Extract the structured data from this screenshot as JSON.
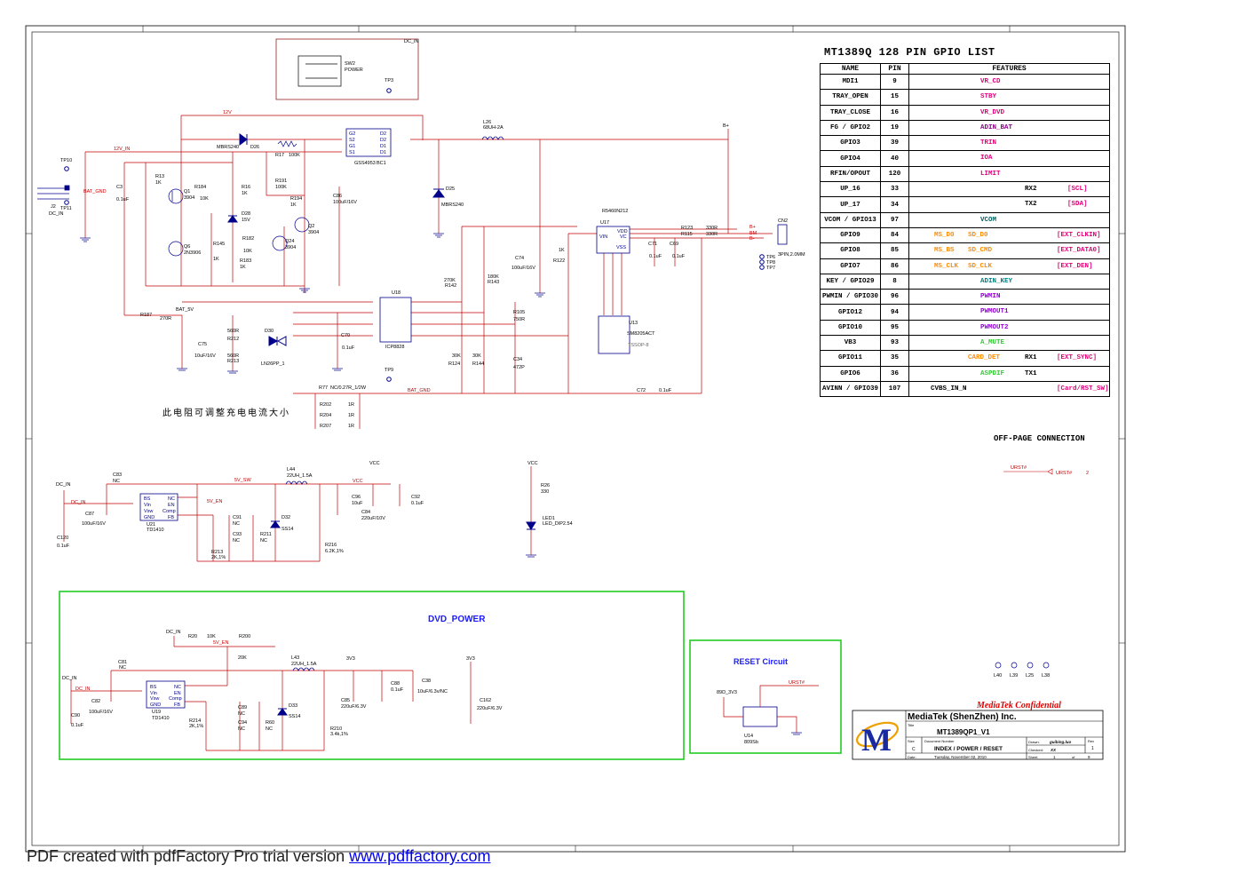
{
  "gpio_list": {
    "title": "MT1389Q 128 PIN GPIO LIST",
    "headers": [
      "NAME",
      "PIN",
      "FEATURES"
    ],
    "rows": [
      {
        "name": "MDI1",
        "pin": "9",
        "features": [
          {
            "text": "VR_CD",
            "color": "#e0007a",
            "pos": "a"
          }
        ]
      },
      {
        "name": "TRAY_OPEN",
        "pin": "15",
        "features": [
          {
            "text": "STBY",
            "color": "#e0007a",
            "pos": "a"
          }
        ]
      },
      {
        "name": "TRAY_CLOSE",
        "pin": "16",
        "features": [
          {
            "text": "VR_DVD",
            "color": "#e0007a",
            "pos": "a"
          }
        ]
      },
      {
        "name": "FG / GPIO2",
        "pin": "19",
        "features": [
          {
            "text": "ADIN_BAT",
            "color": "#8b008b",
            "pos": "a"
          }
        ]
      },
      {
        "name": "GPIO3",
        "pin": "39",
        "features": [
          {
            "text": "TRIN",
            "color": "#e0007a",
            "pos": "a"
          }
        ]
      },
      {
        "name": "GPIO4",
        "pin": "40",
        "features": [
          {
            "text": "IOA",
            "color": "#e0007a",
            "pos": "a"
          }
        ]
      },
      {
        "name": "RFIN/OPOUT",
        "pin": "120",
        "features": [
          {
            "text": "LIMIT",
            "color": "#e0007a",
            "pos": "a"
          }
        ]
      },
      {
        "name": "UP_16",
        "pin": "33",
        "features": [
          {
            "text": "RX2",
            "color": "#000000",
            "pos": "c"
          },
          {
            "text": "[SCL]",
            "color": "#e0007a",
            "pos": "d"
          }
        ]
      },
      {
        "name": "UP_17",
        "pin": "34",
        "features": [
          {
            "text": "TX2",
            "color": "#000000",
            "pos": "c"
          },
          {
            "text": "[SDA]",
            "color": "#e0007a",
            "pos": "d"
          }
        ]
      },
      {
        "name": "VCOM / GPIO13",
        "pin": "97",
        "features": [
          {
            "text": "VCOM",
            "color": "#006060",
            "pos": "a"
          }
        ]
      },
      {
        "name": "GPIO9",
        "pin": "84",
        "features": [
          {
            "text": "MS_D0",
            "color": "#ff8c00",
            "pos": "l"
          },
          {
            "text": "SD_D0",
            "color": "#ff8c00",
            "pos": "m"
          },
          {
            "text": "[EXT_CLKIN]",
            "color": "#e0007a",
            "pos": "r"
          }
        ]
      },
      {
        "name": "GPIO8",
        "pin": "85",
        "features": [
          {
            "text": "MS_BS",
            "color": "#ff8c00",
            "pos": "l"
          },
          {
            "text": "SD_CMD",
            "color": "#ff8c00",
            "pos": "m"
          },
          {
            "text": "[EXT_DATA0]",
            "color": "#e0007a",
            "pos": "r"
          }
        ]
      },
      {
        "name": "GPIO7",
        "pin": "86",
        "features": [
          {
            "text": "MS_CLK",
            "color": "#ff8c00",
            "pos": "l"
          },
          {
            "text": "SD_CLK",
            "color": "#ff8c00",
            "pos": "m"
          },
          {
            "text": "[EXT_DEN]",
            "color": "#e0007a",
            "pos": "r"
          }
        ]
      },
      {
        "name": "KEY / GPIO29",
        "pin": "8",
        "features": [
          {
            "text": "ADIN_KEY",
            "color": "#008080",
            "pos": "a"
          }
        ]
      },
      {
        "name": "PWMIN / GPIO30",
        "pin": "96",
        "features": [
          {
            "text": "PWMIN",
            "color": "#9400d3",
            "pos": "a"
          }
        ]
      },
      {
        "name": "GPIO12",
        "pin": "94",
        "features": [
          {
            "text": "PWMOUT1",
            "color": "#9400d3",
            "pos": "a"
          }
        ]
      },
      {
        "name": "GPIO10",
        "pin": "95",
        "features": [
          {
            "text": "PWMOUT2",
            "color": "#9400d3",
            "pos": "a"
          }
        ]
      },
      {
        "name": "VB3",
        "pin": "93",
        "features": [
          {
            "text": "A_MUTE",
            "color": "#32cd32",
            "pos": "a"
          }
        ]
      },
      {
        "name": "GPIO11",
        "pin": "35",
        "features": [
          {
            "text": "CARD_DET",
            "color": "#ff8c00",
            "pos": "b"
          },
          {
            "text": "RX1",
            "color": "#000000",
            "pos": "c"
          },
          {
            "text": "[EXT_SYNC]",
            "color": "#e0007a",
            "pos": "r"
          }
        ]
      },
      {
        "name": "GPIO6",
        "pin": "36",
        "features": [
          {
            "text": "ASPDIF",
            "color": "#32cd32",
            "pos": "a"
          },
          {
            "text": "TX1",
            "color": "#000000",
            "pos": "c"
          }
        ]
      },
      {
        "name": "AVINN / GPIO39",
        "pin": "107",
        "features": [
          {
            "text": "CVBS_IN_N",
            "color": "#000000",
            "pos": "l2"
          },
          {
            "text": "[Card/RST_SW]",
            "color": "#e0007a",
            "pos": "r"
          }
        ]
      }
    ]
  },
  "off_page": {
    "title": "OFF-PAGE CONNECTION",
    "net": "URST#",
    "ref": "2"
  },
  "note_cn": "此电阻可调整充电电流大小",
  "dvd_power": {
    "title": "DVD_POWER"
  },
  "reset_circuit": {
    "title": "RESET Circuit"
  },
  "title_block": {
    "confidential": "MediaTek Confidential",
    "company": "MediaTek (ShenZhen) Inc.",
    "title_label": "Title",
    "title": "MT1389QP1_V1",
    "size_label": "Size",
    "size": "C",
    "docnum_label": "Document Number",
    "docnum": "INDEX / POWER / RESET",
    "rev_label": "Rev",
    "rev": "1",
    "drawn_label": "Drawn:",
    "drawn": "guibing.luo",
    "checked_label": "Checked:",
    "checked": "XX",
    "date_label": "Date:",
    "date": "Tuesday, November 02, 2010",
    "sheet_label": "Sheet",
    "sheet": "1",
    "of_label": "of",
    "sheets": "9"
  },
  "footer": {
    "text": "PDF created with pdfFactory Pro trial version ",
    "link": "www.pdffactory.com"
  },
  "labels": {
    "sw2": "SW2",
    "power": "POWER",
    "dc_in": "DC_IN",
    "tp3": "TP3",
    "v12": "12V",
    "v12in": "12V_IN",
    "bplus": "B+",
    "l26": "L26",
    "l26v": "68UH-2A",
    "d26": "D26",
    "mbrs240": "MBRS240",
    "r17": "R17",
    "r17v": "100K",
    "gss": "GSS4953",
    "u_bc1": "BC1",
    "tp10": "TP10",
    "j2": "J2",
    "tp11": "TP11",
    "bat_gnd": "BAT_GND",
    "c3": "C3",
    "c3v": "0.1uF",
    "r13": "R13",
    "r13v": "1K",
    "q1": "Q1",
    "q1v": "3904",
    "r184": "R184",
    "r184v": "10K",
    "r16": "R16",
    "r16v": "1K",
    "r191": "R191",
    "r191v": "100K",
    "r194": "R194",
    "r194v": "1K",
    "c86": "C86",
    "c86v": "100uF/16V",
    "d25": "D25",
    "d25v": "MBRS240",
    "d28": "D28",
    "d28v": "15V",
    "r182": "R182",
    "r182v": "10K",
    "q24": "Q24",
    "q24v": "3904",
    "q2": "Q2",
    "q2v": "3904",
    "q6": "Q6",
    "q6v": "2N3906",
    "r145": "R145",
    "r145v": "1K",
    "r183": "R183",
    "r183v": "1K",
    "u17": "U17",
    "u17v": "R5460N212",
    "vin": "VIN",
    "vdd": "VDD",
    "vc": "VC",
    "vss": "VSS",
    "r122": "R122",
    "r122v": "1K",
    "c74": "C74",
    "c74v": "100uF/16V",
    "c71": "C71",
    "c71v": "0.1uF",
    "c69": "C69",
    "c69v": "0.1uF",
    "r123": "R123",
    "r115": "R115",
    "r123v": "330R",
    "r115v": "330R",
    "cn2": "CN2",
    "cn2v": "3PIN,2.0MM",
    "tp6": "TP6",
    "tp8": "TP8",
    "tp7": "TP7",
    "bplus2": "B+",
    "bm": "BM",
    "bminus": "B-",
    "r142": "R142",
    "r142v": "270K",
    "r143": "R143",
    "r143v": "180K",
    "u13": "U13",
    "u13v": "SM8205ACT",
    "tsop": "TSSOP-8",
    "u18": "U18",
    "u18v": "ICP8828",
    "r187": "R187",
    "r187v": "270R",
    "bat5v": "BAT_5V",
    "c75": "C75",
    "c75v": "10uF/16V",
    "r212": "R212",
    "r212v": "560R",
    "r213": "R213",
    "r213v": "560R",
    "d30": "D30",
    "d30v": "LN26PP_1",
    "c70": "C70",
    "c70v": "0.1uF",
    "r105": "R105",
    "r105v": "750R",
    "r124": "R124",
    "r124v": "30K",
    "r144": "R144",
    "r144v": "30K",
    "c34": "C34",
    "c34v": "472P",
    "r77": "R77",
    "r77v": "NC/0.27R_1/2W",
    "r202": "R202",
    "r204": "R204",
    "r207": "R207",
    "r1r": "1R",
    "tp9": "TP9",
    "c72": "C72",
    "c72v": "0.1uF",
    "c83": "C83",
    "nc": "NC",
    "u21": "U21",
    "u21v": "TD1410",
    "l44": "L44",
    "l44v": "22UH_1.5A",
    "v5sw": "5V_SW",
    "v5en": "5V_EN",
    "vcc": "VCC",
    "c96": "C96",
    "c96v": "10uF",
    "c84": "C84",
    "c84v": "220uF/10V",
    "c92": "C92",
    "c92v": "0.1uF",
    "c87": "C87",
    "c87v": "100uF/16V",
    "c120": "C120",
    "c120v": "0.1uF",
    "c91": "C91",
    "c93": "C93",
    "r211": "R211",
    "d32": "D32",
    "ss14": "SS14",
    "r213b": "R213",
    "r213bv": "2K,1%",
    "r216": "R216",
    "r216v": "6.2K,1%",
    "r26": "R26",
    "r26v": "330",
    "led1": "LED1",
    "led1v": "LED_DIP2.54",
    "r20": "R20",
    "r20v": "10K",
    "r200": "R200",
    "r200v": "20K",
    "l43": "L43",
    "l43v": "22UH_1.5A",
    "v3v3": "3V3",
    "c81": "C81",
    "u19": "U19",
    "u19v": "TD1410",
    "c82": "C82",
    "c82v": "100uF/16V",
    "c90": "C90",
    "c90v": "0.1uF",
    "c89": "C89",
    "c94": "C94",
    "r60": "R60",
    "d33": "D33",
    "r214": "R214",
    "r214v": "2K,1%",
    "r210": "R210",
    "r210v": "3.4k,1%",
    "c85": "C85",
    "c85v": "220uF/6.3V",
    "c88": "C88",
    "c88v": "0.1uF",
    "c38": "C38",
    "c38v": "10uF/6.3v/NC",
    "c162": "C162",
    "c162v": "220uF/6.3V",
    "urst": "URST#",
    "v3v3b": "89D_3V3",
    "u14": "U14",
    "u14v": "809Sb",
    "gnd": "GND",
    "l40": "L40",
    "l39": "L39",
    "l25": "L25",
    "l38": "L38",
    "bs": "BS",
    "vinp": "Vin",
    "vsw": "Vsw",
    "gndp": "GND",
    "ncp": "NC",
    "enp": "EN",
    "comp": "Comp",
    "fb": "FB"
  }
}
